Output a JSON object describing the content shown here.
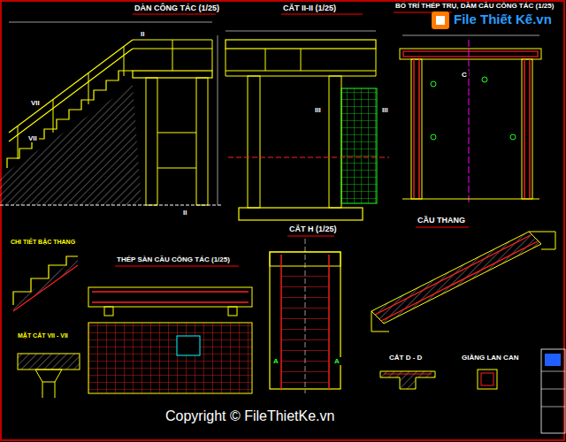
{
  "diagram": {
    "labels": [
      "DÀN CÔNG TÁC (1/25)",
      "CẮT II-II (1/25)",
      "BỐ TRÍ THÉP TRỤ, DẦM CẦU CÔNG TÁC (1/25)",
      "CHI TIẾT BẬC THANG",
      "THÉP SÀN CẦU CÔNG TÁC (1/25)",
      "CẮT H (1/25)",
      "CẦU THANG",
      "MẶT CẮT VII - VII",
      "CẮT D - D",
      "GIẰNG LAN CAN",
      "Copyright © FileThietKe.vn",
      "File Thiết Kế.vn",
      "VII",
      "VII",
      "II",
      "II",
      "III",
      "III",
      "A",
      "A",
      "C"
    ]
  }
}
